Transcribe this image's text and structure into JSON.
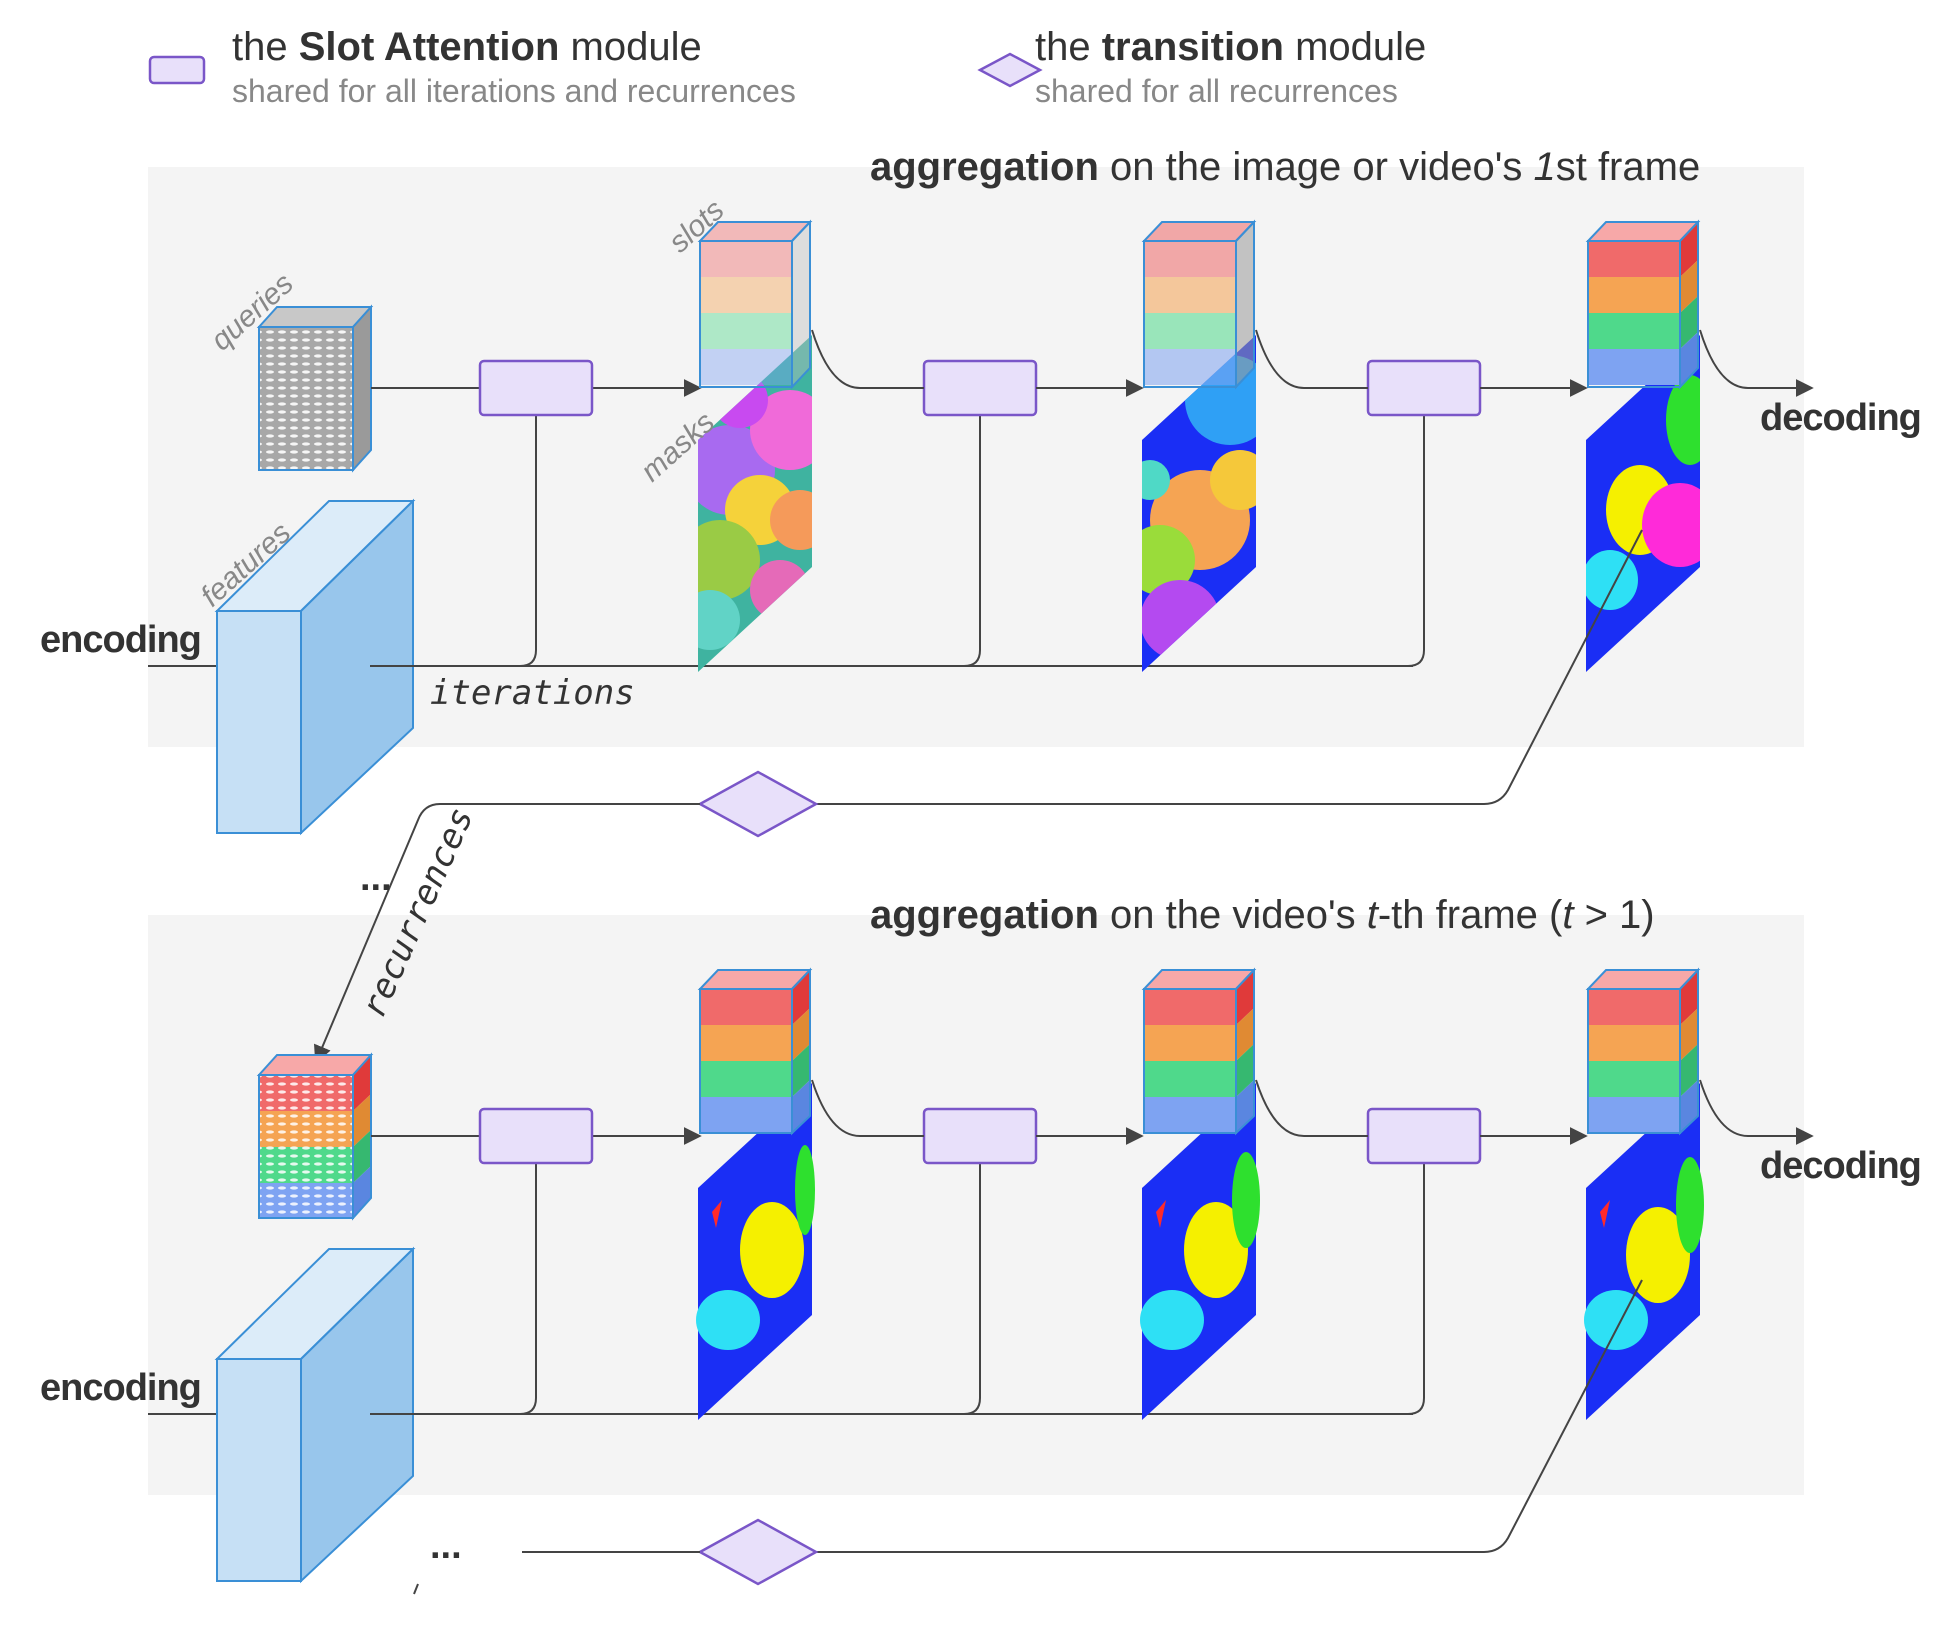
{
  "legend": {
    "slot_attention": {
      "prefix": "the ",
      "name": "Slot Attention",
      "suffix": " module",
      "note": "shared for all iterations and recurrences",
      "color": "#e8e0fa",
      "stroke": "#7a56c8"
    },
    "transition": {
      "prefix": "the ",
      "name": "transition",
      "suffix": " module",
      "note": "shared for all recurrences",
      "color": "#e8e0fa",
      "stroke": "#7a56c8"
    }
  },
  "panel_top": {
    "title_bold": "aggregation",
    "title_pre": " on the image or video's ",
    "title_italic": "1",
    "title_post": "st frame",
    "label_queries": "queries",
    "label_slots": "slots",
    "label_masks": "masks",
    "label_features": "features",
    "label_encoding": "encoding",
    "label_decoding": "decoding",
    "label_iterations": "iterations"
  },
  "panel_bottom": {
    "title_bold": "aggregation",
    "title_pre": " on the video's ",
    "title_italic": "t",
    "title_mid": "-th frame (",
    "title_italic2": "t",
    "title_post": " > 1)",
    "label_encoding": "encoding",
    "label_decoding": "decoding"
  },
  "between": {
    "ellipsis_1": "...",
    "ellipsis_2": "...",
    "label_recurrences": "recurrences"
  },
  "colors": {
    "panel_bg": "#f4f4f4",
    "line": "#444444",
    "feature_front": "#c6e0f5",
    "feature_side": "#98c6ec",
    "feature_stroke": "#3a8fd6",
    "slot_red": "#f06a6a",
    "slot_orange": "#f5a453",
    "slot_green": "#4fd98b",
    "slot_blue": "#7ea3f2",
    "mask_bg": "#1a2ef5"
  }
}
